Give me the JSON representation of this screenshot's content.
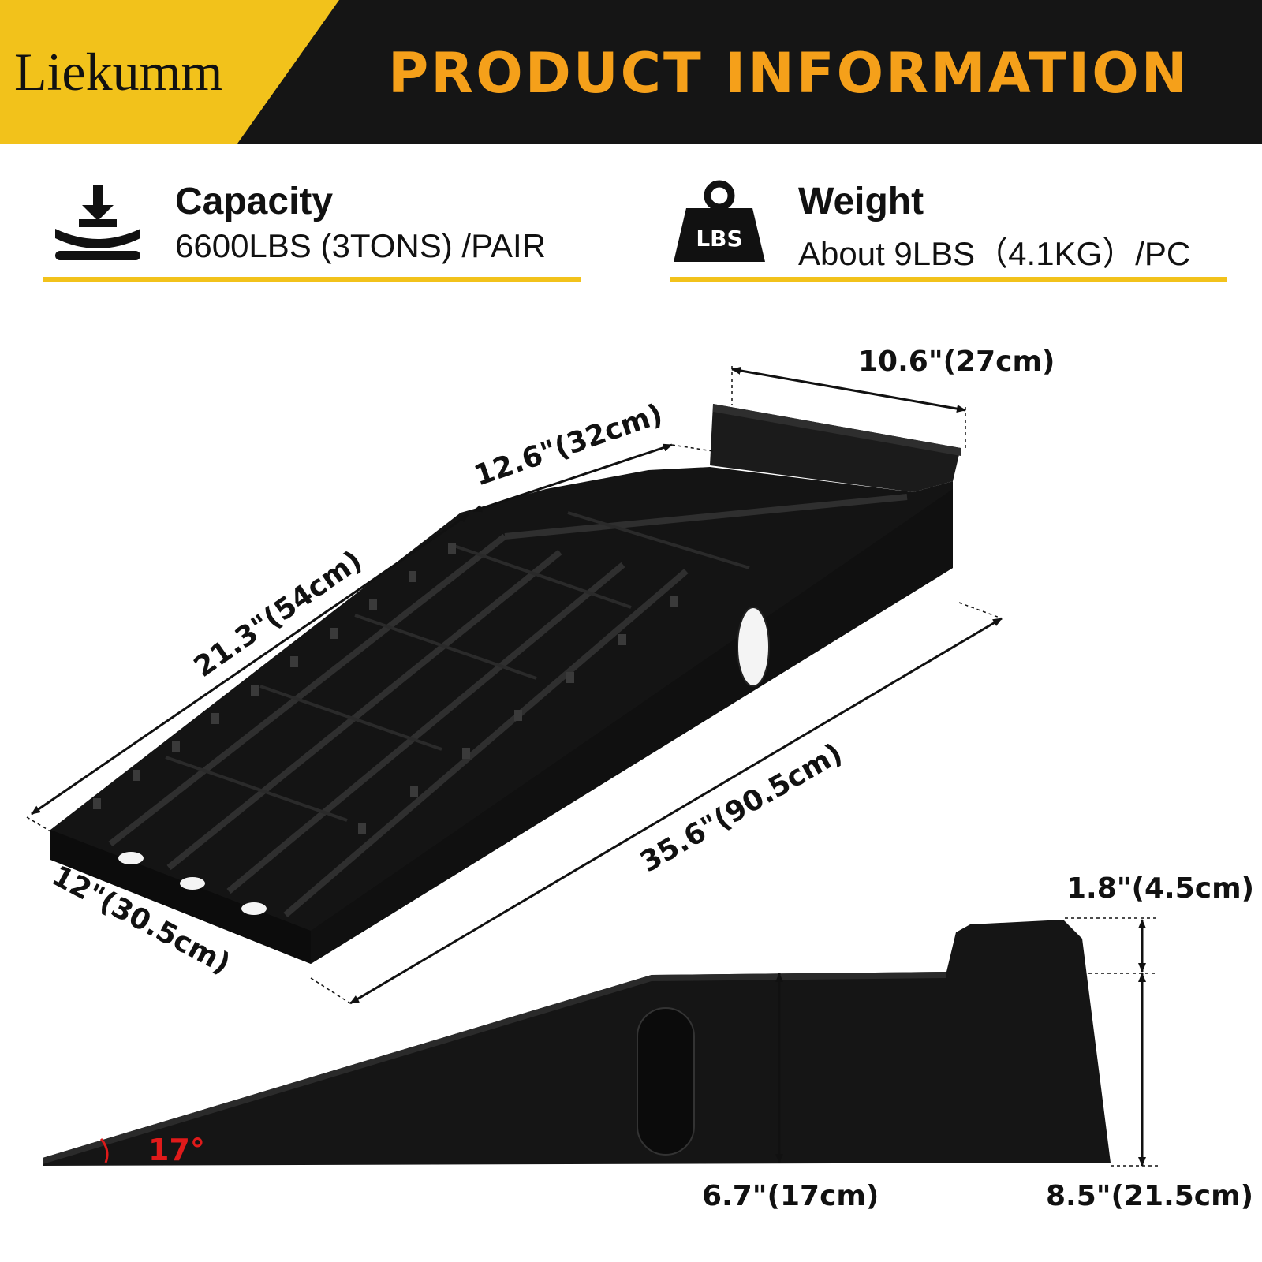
{
  "header": {
    "brand": "Liekumm",
    "title": "PRODUCT INFORMATION",
    "accent_color": "#f2c21b",
    "title_color": "#f5a01a"
  },
  "specs": {
    "capacity": {
      "icon": "down-arrow-load-icon",
      "label": "Capacity",
      "value": "6600LBS (3TONS) /PAIR"
    },
    "weight": {
      "icon": "lbs-weight-icon",
      "icon_text": "LBS",
      "label": "Weight",
      "value": "About 9LBS（4.1KG）/PC"
    }
  },
  "dimensions": {
    "top_width": "10.6\"(27cm)",
    "platform_length": "12.6\"(32cm)",
    "ramp_length": "21.3\"(54cm)",
    "total_length": "35.6\"(90.5cm)",
    "base_width": "12\"(30.5cm)",
    "stopper_height": "1.8\"(4.5cm)",
    "platform_height": "6.7\"(17cm)",
    "total_height": "8.5\"(21.5cm)",
    "angle": "17°"
  }
}
